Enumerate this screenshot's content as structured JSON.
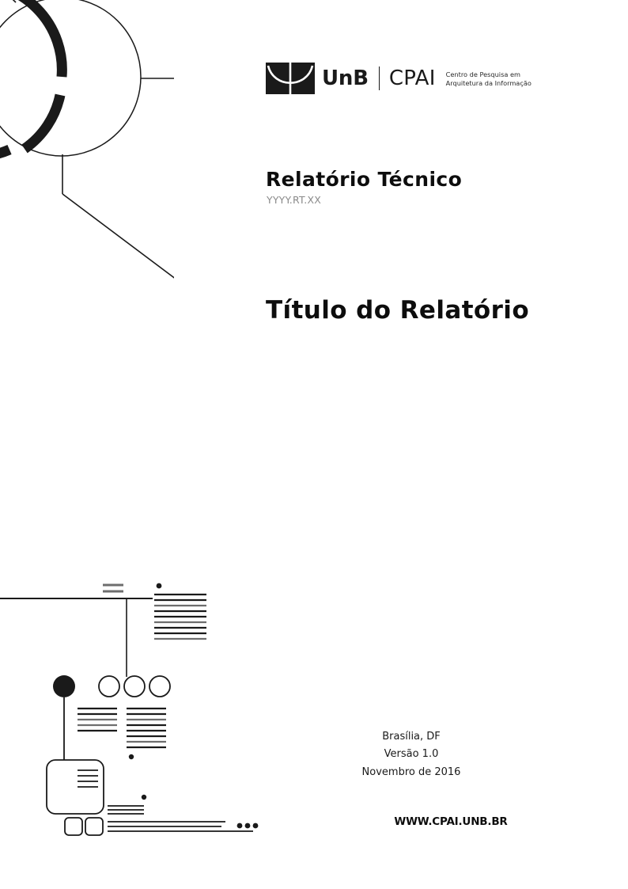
{
  "document": {
    "kind": "Relatório Técnico",
    "code": "YYYY.RT.XX",
    "title": "Título do Relatório"
  },
  "brand": {
    "unb_mark": "unb-logo-icon",
    "unb_wordmark": "UnB",
    "divider": "|",
    "cpai_wordmark": "CPAI",
    "tagline_line1": "Centro de Pesquisa em",
    "tagline_line2": "Arquitetura da Informação"
  },
  "imprint": {
    "place": "Brasília, DF",
    "version": "Versão 1.0",
    "date": "Novembro de 2016"
  },
  "footer": {
    "website": "WWW.CPAI.UNB.BR"
  },
  "decoration": {
    "top_graphic": "circle-arc-diagram",
    "bottom_graphic": "wireframe-layout-diagram"
  },
  "colors": {
    "ink": "#1a1a1a",
    "muted": "#8a8a8a",
    "rule": "#3a3a3a",
    "rule_light": "#6e6e6e",
    "page": "#ffffff"
  }
}
